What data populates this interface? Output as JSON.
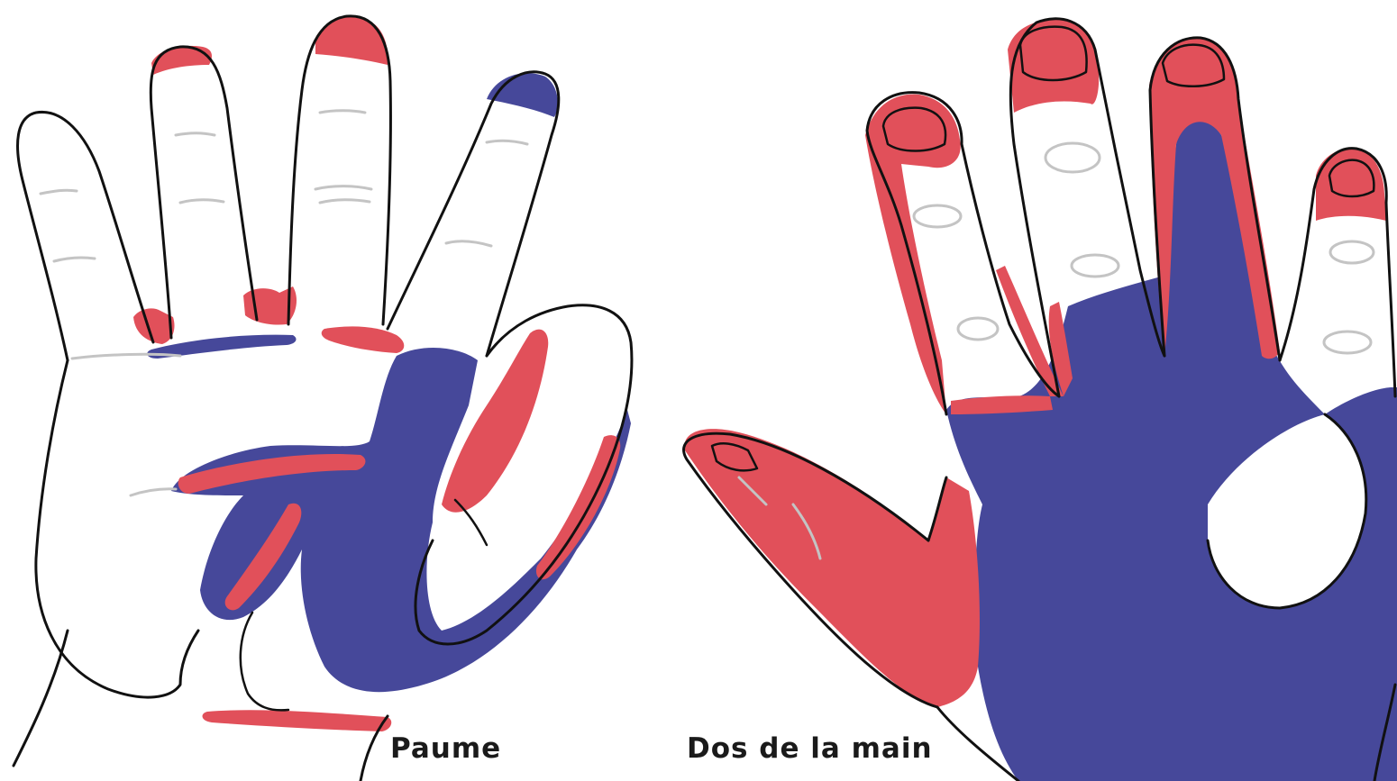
{
  "figure": {
    "colors": {
      "red_zone": "#e1505a",
      "blue_zone": "#46489a",
      "outline": "#111111",
      "crease": "#bcbcbc",
      "background": "#ffffff"
    },
    "panels": [
      {
        "id": "palm",
        "caption": "Paume"
      },
      {
        "id": "back",
        "caption": "Dos de la main"
      }
    ]
  }
}
